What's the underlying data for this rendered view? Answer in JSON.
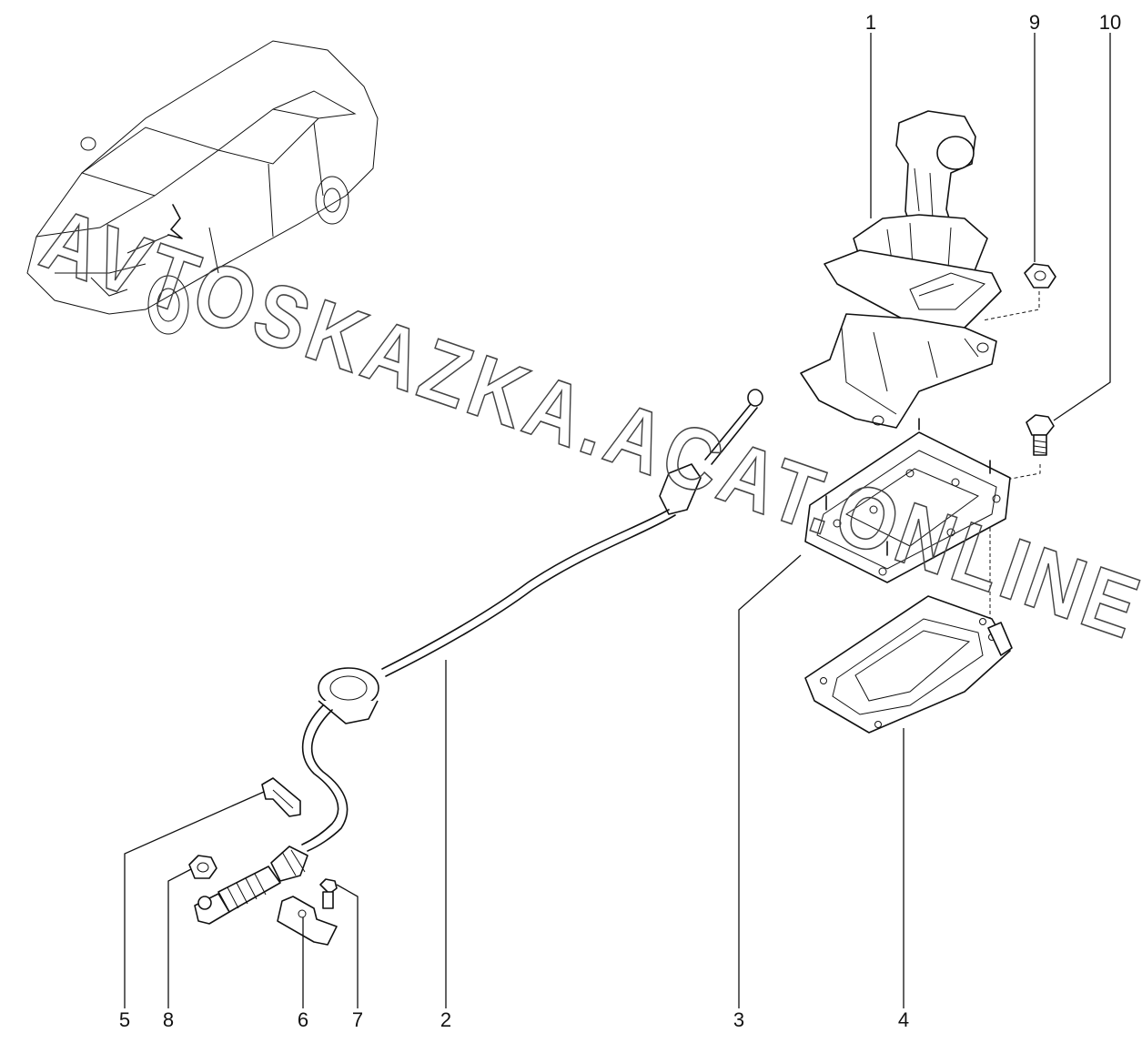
{
  "diagram": {
    "callouts": [
      "1",
      "9",
      "10",
      "5",
      "8",
      "6",
      "7",
      "2",
      "3",
      "4"
    ],
    "watermark": "AVTOSKAZKA.ACAT.ONLINE"
  },
  "colors": {
    "line": "#111111",
    "background": "#ffffff",
    "watermark": "#444444"
  }
}
